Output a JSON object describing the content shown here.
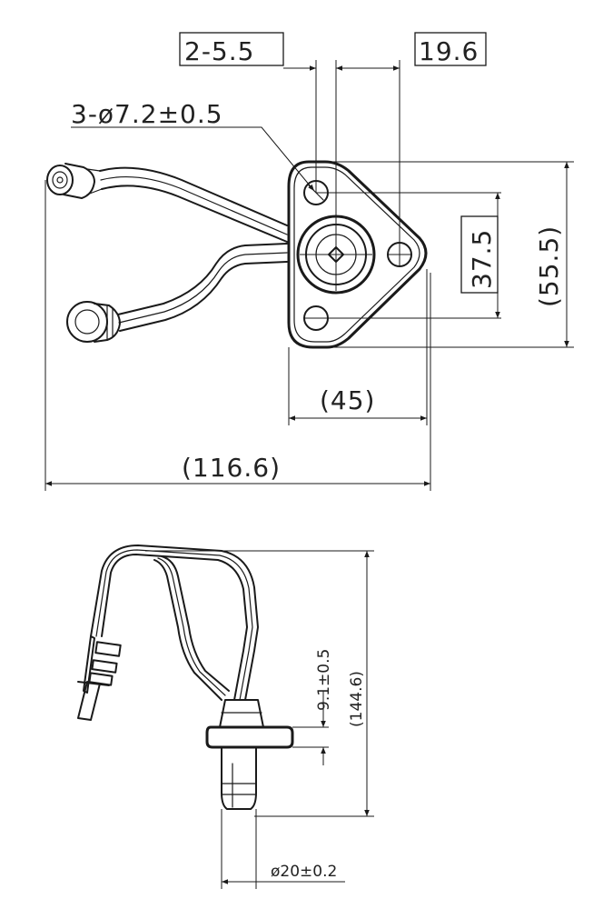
{
  "top_view": {
    "hole_spacing": "2-5.5",
    "offset_dim": "19.6",
    "hole_spec": "3-ø7.2±0.5",
    "height_inner": "37.5",
    "height_outer": "(55.5)",
    "width_flange": "(45)",
    "width_total": "(116.6)"
  },
  "side_view": {
    "flange_thickness": "9.1±0.5",
    "total_height": "(144.6)",
    "diameter": "ø20±0.2"
  }
}
